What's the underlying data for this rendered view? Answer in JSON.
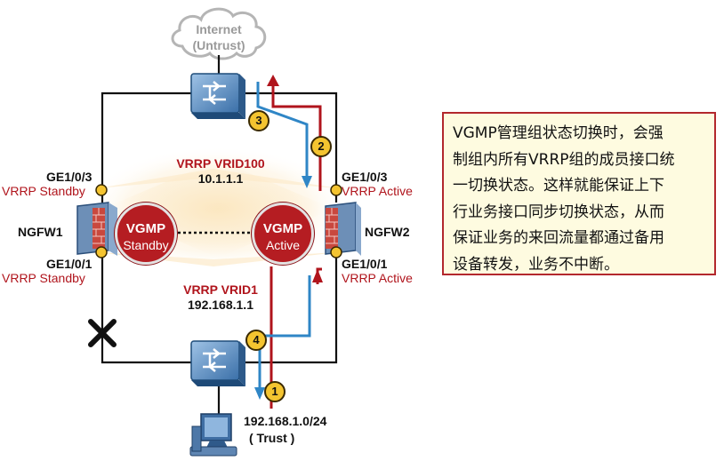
{
  "cloud": {
    "line1": "Internet",
    "line2": "(Untrust)"
  },
  "fw_left": {
    "name": "NGFW1",
    "vgmp_title": "VGMP",
    "vgmp_state": "Standby"
  },
  "fw_right": {
    "name": "NGFW2",
    "vgmp_title": "VGMP",
    "vgmp_state": "Active"
  },
  "left_top_port": {
    "port": "GE1/0/3",
    "state": "VRRP Standby"
  },
  "left_bottom_port": {
    "port": "GE1/0/1",
    "state": "VRRP Standby"
  },
  "right_top_port": {
    "port": "GE1/0/3",
    "state": "VRRP Active"
  },
  "right_bottom_port": {
    "port": "GE1/0/1",
    "state": "VRRP Active"
  },
  "vrid_top": {
    "name": "VRRP VRID100",
    "ip": "10.1.1.1"
  },
  "vrid_bottom": {
    "name": "VRRP VRID1",
    "ip": "192.168.1.1"
  },
  "pc": {
    "subnet": "192.168.1.0/24",
    "zone": "( Trust )"
  },
  "steps": [
    "1",
    "2",
    "3",
    "4"
  ],
  "note_lines": [
    "VGMP管理组状态切换时，会强",
    "制组内所有VRRP组的成员接口统",
    "一切换状态。这样就能保证上下",
    "行业务接口同步切换状态，从而",
    "保证业务的来回流量都通过备用",
    "设备转发，业务不中断。"
  ],
  "colors": {
    "accent_red": "#b0141c",
    "flow_blue": "#2f86c6",
    "badge_yellow": "#f4c430",
    "note_bg": "#fefbe0"
  }
}
